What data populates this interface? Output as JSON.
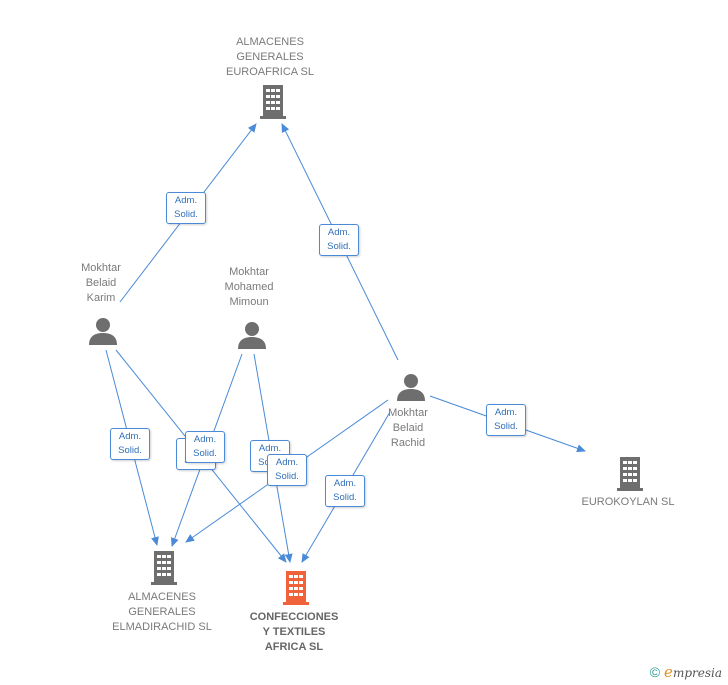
{
  "nodes": {
    "almacenes_euroafrica": {
      "name": "ALMACENES\nGENERALES\nEUROAFRICA  SL",
      "icon": "building-icon"
    },
    "karim": {
      "name": "Mokhtar\nBelaid\nKarim",
      "icon": "person-icon"
    },
    "mimoun": {
      "name": "Mokhtar\nMohamed\nMimoun",
      "icon": "person-icon"
    },
    "rachid": {
      "name": "Mokhtar\nBelaid\nRachid",
      "icon": "person-icon"
    },
    "eurokoylan": {
      "name": "EUROKOYLAN SL",
      "icon": "building-icon"
    },
    "almacenes_elmadirachid": {
      "name": "ALMACENES\nGENERALES\nELMADIRACHID SL",
      "icon": "building-icon"
    },
    "confecciones": {
      "name": "CONFECCIONES\nY TEXTILES\nAFRICA SL",
      "icon": "building-icon"
    }
  },
  "edge_labels": {
    "line1": "Adm.",
    "line2": "Solid."
  },
  "colors": {
    "edge": "#4a8ad6",
    "node_gray": "#6e6e6e",
    "node_highlight": "#f0623a"
  },
  "footer": {
    "copyright": "©",
    "brand_initial": "e",
    "brand_rest": "mpresia"
  }
}
